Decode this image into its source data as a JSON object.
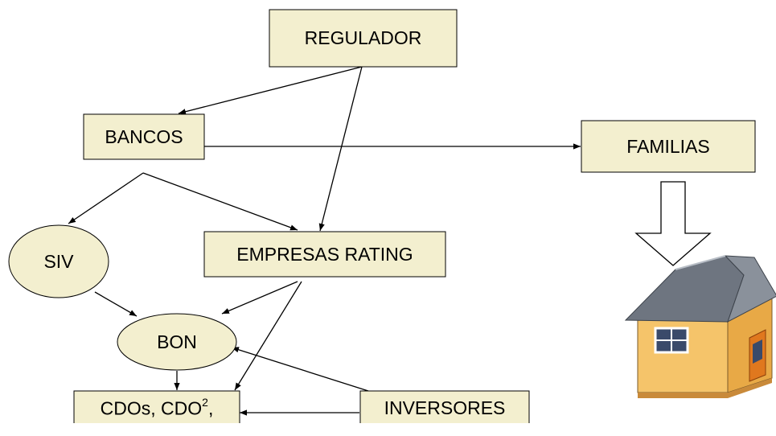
{
  "colors": {
    "node_fill": "#F3EFCF",
    "stroke": "#000000",
    "arrow_fill": "#FFFFFF",
    "house_wall": "#F5C46A",
    "house_roof": "#6E7580",
    "house_door": "#E0781E"
  },
  "nodes": {
    "regulador": {
      "label": "REGULADOR"
    },
    "bancos": {
      "label": "BANCOS"
    },
    "familias": {
      "label": "FAMILIAS"
    },
    "siv": {
      "label": "SIV"
    },
    "empresas_rating": {
      "label": "EMPRESAS RATING"
    },
    "bon": {
      "label": "BON"
    },
    "cdos": {
      "label_prefix": "CDOs, CDO",
      "label_sup": "2",
      "label_suffix": ","
    },
    "inversores": {
      "label": "INVERSORES"
    }
  },
  "edges": [
    {
      "from": "REGULADOR",
      "to": "BANCOS"
    },
    {
      "from": "REGULADOR",
      "to": "EMPRESAS RATING"
    },
    {
      "from": "BANCOS",
      "to": "FAMILIAS"
    },
    {
      "from": "BANCOS",
      "to": "SIV"
    },
    {
      "from": "BANCOS",
      "to": "EMPRESAS RATING"
    },
    {
      "from": "SIV",
      "to": "BON"
    },
    {
      "from": "EMPRESAS RATING",
      "to": "BON"
    },
    {
      "from": "EMPRESAS RATING",
      "to": "CDOs"
    },
    {
      "from": "BON",
      "to": "CDOs"
    },
    {
      "from": "INVERSORES",
      "to": "BON"
    },
    {
      "from": "INVERSORES",
      "to": "CDOs"
    },
    {
      "from": "FAMILIAS",
      "to": "house"
    }
  ],
  "icons": {
    "big_arrow": "down-block-arrow-icon",
    "house": "house-icon"
  }
}
